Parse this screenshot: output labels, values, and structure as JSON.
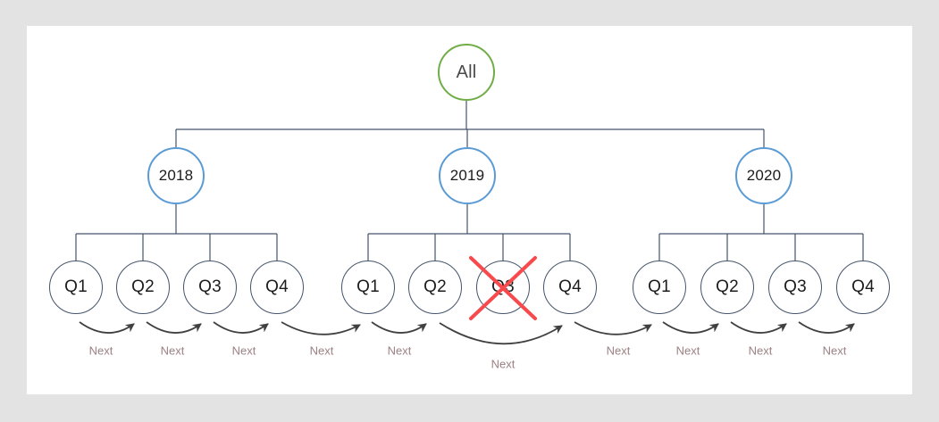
{
  "page": {
    "background": "#e3e3e3",
    "canvas_background": "#ffffff"
  },
  "colors": {
    "root_stroke": "#70AD47",
    "year_stroke": "#5B9BD5",
    "quarter_stroke": "#44546A",
    "connector": "#44546A",
    "arrow": "#404040",
    "cross": "#F8494C",
    "next_label": "#9C8183",
    "node_text": "#1c1c1c",
    "root_text": "#4a4a4a"
  },
  "tree": {
    "root": {
      "label": "All"
    },
    "years": [
      {
        "label": "2018",
        "quarters": [
          {
            "label": "Q1"
          },
          {
            "label": "Q2"
          },
          {
            "label": "Q3"
          },
          {
            "label": "Q4"
          }
        ]
      },
      {
        "label": "2019",
        "quarters": [
          {
            "label": "Q1"
          },
          {
            "label": "Q2"
          },
          {
            "label": "Q3",
            "crossed_out": true
          },
          {
            "label": "Q4"
          }
        ]
      },
      {
        "label": "2020",
        "quarters": [
          {
            "label": "Q1"
          },
          {
            "label": "Q2"
          },
          {
            "label": "Q3"
          },
          {
            "label": "Q4"
          }
        ]
      }
    ]
  },
  "transitions": [
    {
      "label": "Next",
      "from": "2018-Q1",
      "to": "2018-Q2"
    },
    {
      "label": "Next",
      "from": "2018-Q2",
      "to": "2018-Q3"
    },
    {
      "label": "Next",
      "from": "2018-Q3",
      "to": "2018-Q4"
    },
    {
      "label": "Next",
      "from": "2018-Q4",
      "to": "2019-Q1"
    },
    {
      "label": "Next",
      "from": "2019-Q1",
      "to": "2019-Q2"
    },
    {
      "label": "Next",
      "from": "2019-Q2",
      "to": "2019-Q4",
      "note": "skips crossed-out Q3"
    },
    {
      "label": "Next",
      "from": "2019-Q4",
      "to": "2020-Q1"
    },
    {
      "label": "Next",
      "from": "2020-Q1",
      "to": "2020-Q2"
    },
    {
      "label": "Next",
      "from": "2020-Q2",
      "to": "2020-Q3"
    },
    {
      "label": "Next",
      "from": "2020-Q3",
      "to": "2020-Q4"
    }
  ]
}
